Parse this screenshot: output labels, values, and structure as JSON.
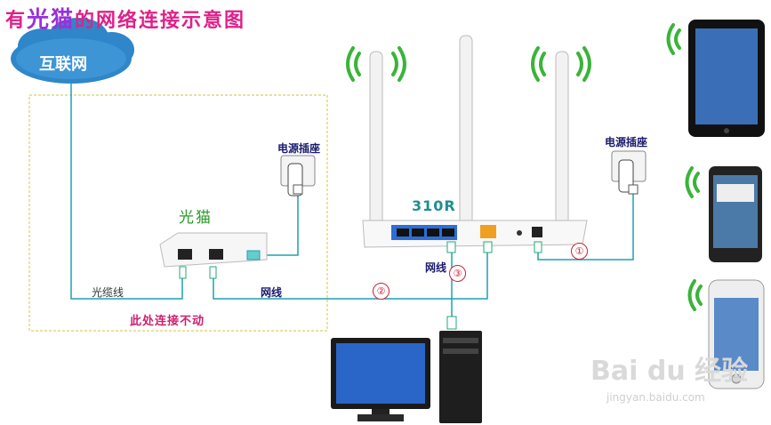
{
  "title": {
    "part1": "有",
    "highlight": "光猫",
    "part2": "的网络连接示意图"
  },
  "internet_label": "互联网",
  "power_socket_label_left": "电源插座",
  "power_socket_label_right": "电源插座",
  "modem_label": "光猫",
  "router_label": "310R",
  "fiber_label": "光缆线",
  "cable_label_bottom": "网线",
  "cable_label_router": "网线",
  "note_label": "此处连接不动",
  "numbers": [
    "①",
    "②",
    "③"
  ],
  "watermark": {
    "logo": "Bai du 经验",
    "url": "jingyan.baidu.com"
  },
  "colors": {
    "wire": "#1fa0b0",
    "title": "#e0208a",
    "highlight": "#9b30d9",
    "note": "#cc1f6e",
    "dashed_box": "#d8d060",
    "wifi": "#3ab43a"
  }
}
